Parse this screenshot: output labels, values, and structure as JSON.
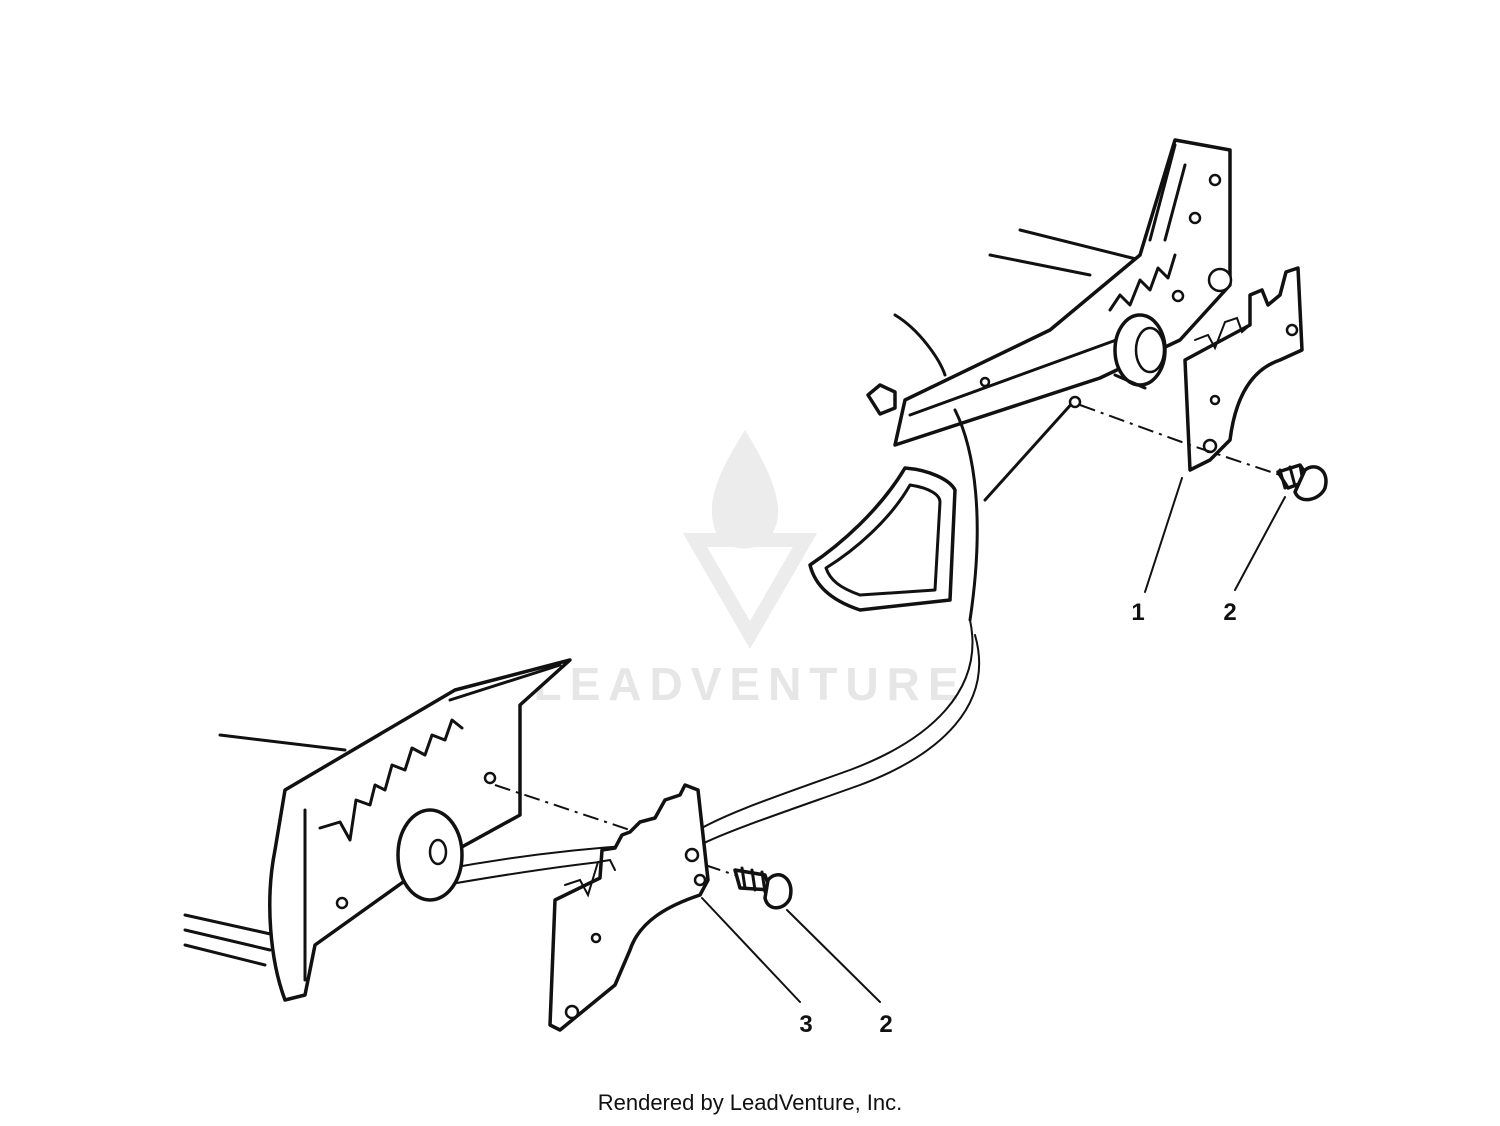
{
  "watermark": {
    "text": "LEADVENTURE",
    "color": "#e6e6e6"
  },
  "callouts": [
    {
      "id": "callout-1-upper",
      "label": "1"
    },
    {
      "id": "callout-2-upper",
      "label": "2"
    },
    {
      "id": "callout-3-lower",
      "label": "3"
    },
    {
      "id": "callout-2-lower",
      "label": "2"
    }
  ],
  "footer": {
    "credit": "Rendered by LeadVenture, Inc."
  }
}
